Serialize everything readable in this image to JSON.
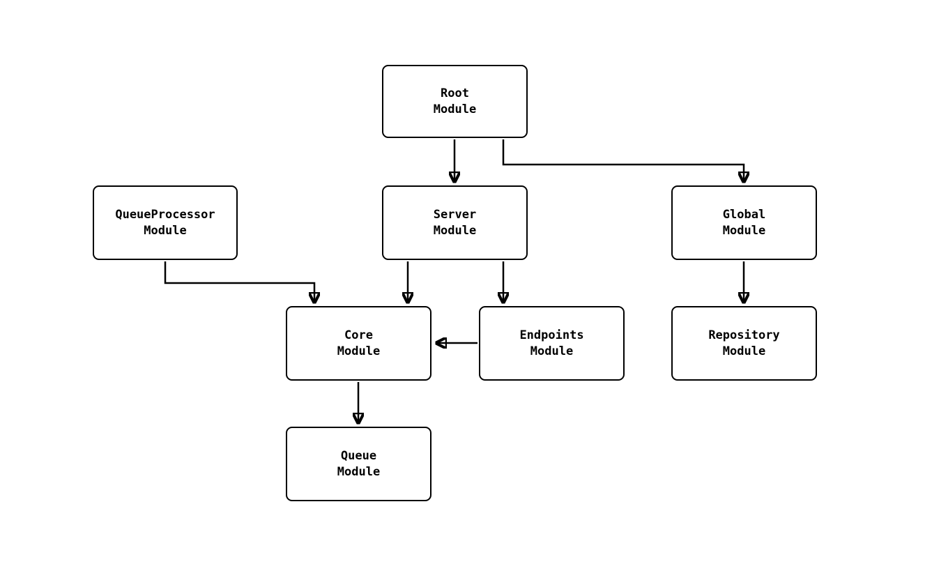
{
  "diagram": {
    "type": "module-dependency-graph",
    "colors": {
      "background": "#ffffff",
      "box_fill": "#ffffff",
      "box_border": "#000000",
      "arrow": "#000000",
      "text": "#000000"
    },
    "nodes": {
      "root": {
        "label": "Root\nModule"
      },
      "queueprocessor": {
        "label": "QueueProcessor\nModule"
      },
      "server": {
        "label": "Server\nModule"
      },
      "global": {
        "label": "Global\nModule"
      },
      "core": {
        "label": "Core\nModule"
      },
      "endpoints": {
        "label": "Endpoints\nModule"
      },
      "repository": {
        "label": "Repository\nModule"
      },
      "queue": {
        "label": "Queue\nModule"
      }
    },
    "edges": [
      {
        "from": "Root Module",
        "to": "Server Module"
      },
      {
        "from": "Root Module",
        "to": "Global Module"
      },
      {
        "from": "QueueProcessor Module",
        "to": "Core Module"
      },
      {
        "from": "Server Module",
        "to": "Core Module"
      },
      {
        "from": "Server Module",
        "to": "Endpoints Module"
      },
      {
        "from": "Endpoints Module",
        "to": "Core Module"
      },
      {
        "from": "Global Module",
        "to": "Repository Module"
      },
      {
        "from": "Core Module",
        "to": "Queue Module"
      }
    ]
  }
}
